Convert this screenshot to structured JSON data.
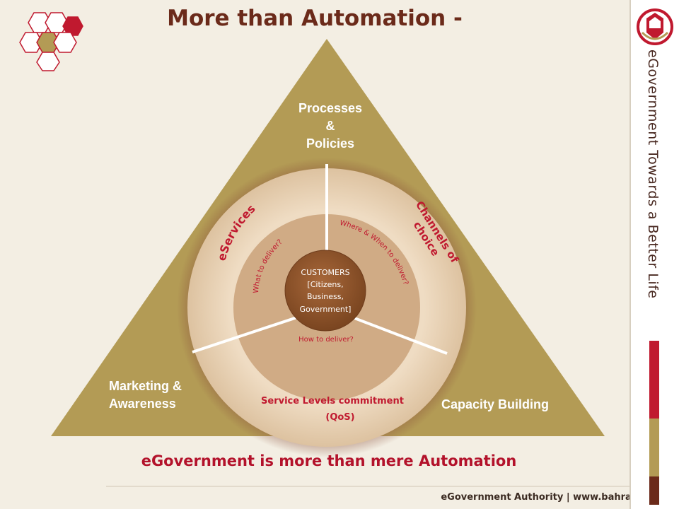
{
  "title": "More than Automation -",
  "caption": "eGovernment is more than mere Automation",
  "footer": "eGovernment Authority | www.bahrain.bh",
  "side_tagline": "eGovernment Towards a Better Life",
  "triangle_corners": {
    "top_line1": "Processes",
    "top_line2": "&",
    "top_line3": "Policies",
    "left_line1": "Marketing &",
    "left_line2": "Awareness",
    "right": "Capacity Building"
  },
  "outer_ring": {
    "eservices": "eServices",
    "channels_line1": "Channels of",
    "channels_line2": "choice",
    "service_levels": "Service Levels commitment",
    "qos": "(QoS)"
  },
  "inner_ring": {
    "what": "What to deliver?",
    "where_when": "Where & When to deliver?",
    "how": "How to deliver?"
  },
  "center": {
    "line1": "CUSTOMERS",
    "line2": "[Citizens,",
    "line3": "Business,",
    "line4": "Government]"
  },
  "colors": {
    "triangle": "#b39b55",
    "outer_ring": "#e7d2b5",
    "middle_ring": "#d0ab85",
    "core": "#8a5428",
    "accent_red": "#c0192f",
    "title_brown": "#6b2a1a"
  }
}
